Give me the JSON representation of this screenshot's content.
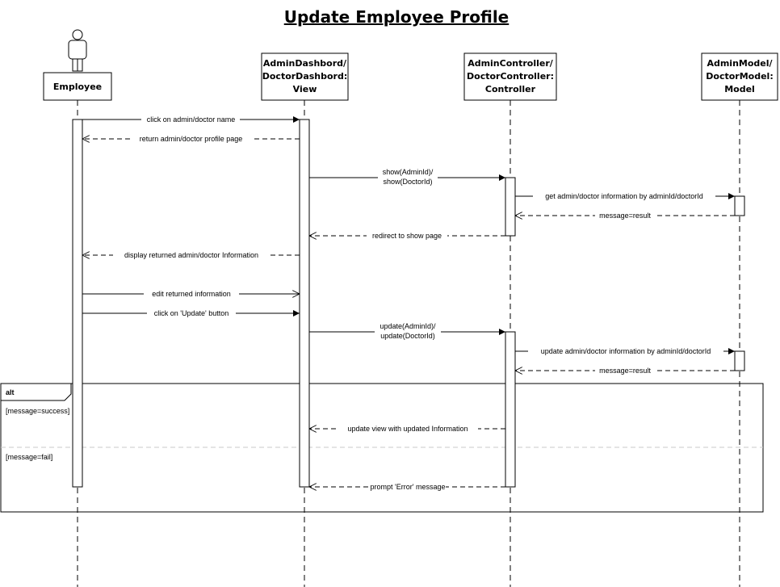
{
  "title": "Update Employee Profile",
  "participants": [
    {
      "id": "employee",
      "lines": [
        "Employee"
      ]
    },
    {
      "id": "view",
      "lines": [
        "AdminDashbord/",
        "DoctorDashbord:",
        "View"
      ]
    },
    {
      "id": "controller",
      "lines": [
        "AdminController/",
        "DoctorController:",
        "Controller"
      ]
    },
    {
      "id": "model",
      "lines": [
        "AdminModel/",
        "DoctorModel:",
        "Model"
      ]
    }
  ],
  "messages": [
    {
      "from": "employee",
      "to": "view",
      "kind": "sync",
      "lines": [
        "click on admin/doctor name"
      ]
    },
    {
      "from": "view",
      "to": "employee",
      "kind": "return",
      "lines": [
        "return admin/doctor profile page"
      ]
    },
    {
      "from": "view",
      "to": "controller",
      "kind": "sync",
      "lines": [
        "show(AdminId)/",
        "show(DoctorId)"
      ]
    },
    {
      "from": "controller",
      "to": "model",
      "kind": "sync",
      "lines": [
        "get admin/doctor information by adminId/doctorId"
      ]
    },
    {
      "from": "model",
      "to": "controller",
      "kind": "return",
      "lines": [
        "message=result"
      ]
    },
    {
      "from": "controller",
      "to": "view",
      "kind": "return",
      "lines": [
        "redirect to show page"
      ]
    },
    {
      "from": "view",
      "to": "employee",
      "kind": "return",
      "lines": [
        "display returned admin/doctor Information"
      ]
    },
    {
      "from": "employee",
      "to": "view",
      "kind": "async",
      "lines": [
        "edit returned information"
      ]
    },
    {
      "from": "employee",
      "to": "view",
      "kind": "sync",
      "lines": [
        "click on 'Update' button"
      ]
    },
    {
      "from": "view",
      "to": "controller",
      "kind": "sync",
      "lines": [
        "update(AdminId)/",
        "update(DoctorId)"
      ]
    },
    {
      "from": "controller",
      "to": "model",
      "kind": "sync",
      "lines": [
        "update admin/doctor information by adminId/doctorId"
      ]
    },
    {
      "from": "model",
      "to": "controller",
      "kind": "return",
      "lines": [
        "message=result"
      ]
    },
    {
      "from": "controller",
      "to": "view",
      "kind": "return",
      "lines": [
        "update view with updated Information"
      ]
    },
    {
      "from": "controller",
      "to": "view",
      "kind": "return",
      "lines": [
        "prompt 'Error' message"
      ]
    }
  ],
  "fragment": {
    "operator": "alt",
    "guards": [
      "[message=success]",
      "[message=fail]"
    ]
  }
}
